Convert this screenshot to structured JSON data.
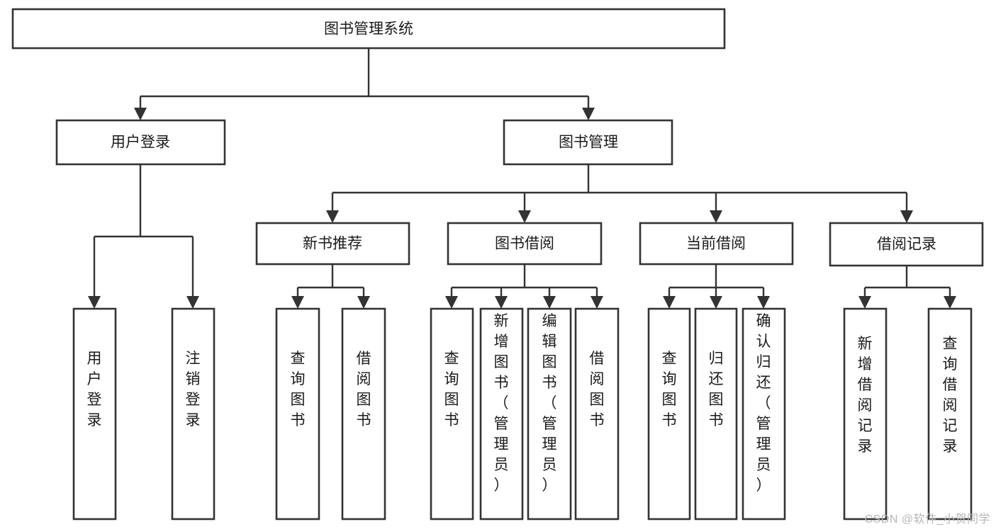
{
  "diagram": {
    "type": "tree-hierarchy",
    "title": "图书管理系统",
    "watermark": "CSDN @软件_小贺同学",
    "colors": {
      "box_fill": "#ffffff",
      "box_stroke": "#333333",
      "text": "#1a1a1a",
      "watermark": "#b6b6b6",
      "background": "#ffffff"
    },
    "levels": [
      {
        "level": 1,
        "nodes": [
          {
            "id": "root",
            "label": "图书管理系统",
            "orientation": "horizontal"
          }
        ]
      },
      {
        "level": 2,
        "nodes": [
          {
            "id": "user-login",
            "label": "用户登录",
            "orientation": "horizontal",
            "parent": "root"
          },
          {
            "id": "book-manage",
            "label": "图书管理",
            "orientation": "horizontal",
            "parent": "root"
          }
        ]
      },
      {
        "level": 3,
        "nodes": [
          {
            "id": "new-book-recommend",
            "label": "新书推荐",
            "orientation": "horizontal",
            "parent": "book-manage"
          },
          {
            "id": "book-borrow",
            "label": "图书借阅",
            "orientation": "horizontal",
            "parent": "book-manage"
          },
          {
            "id": "current-borrow",
            "label": "当前借阅",
            "orientation": "horizontal",
            "parent": "book-manage"
          },
          {
            "id": "borrow-record",
            "label": "借阅记录",
            "orientation": "horizontal",
            "parent": "book-manage"
          }
        ]
      },
      {
        "level": 4,
        "nodes": [
          {
            "id": "leaf-user-login",
            "label": "用户登录",
            "orientation": "vertical",
            "parent": "user-login"
          },
          {
            "id": "leaf-logout-login",
            "label": "注销登录",
            "orientation": "vertical",
            "parent": "user-login"
          },
          {
            "id": "leaf-query-book-1",
            "label": "查询图书",
            "orientation": "vertical",
            "parent": "new-book-recommend"
          },
          {
            "id": "leaf-borrow-book-1",
            "label": "借阅图书",
            "orientation": "vertical",
            "parent": "new-book-recommend"
          },
          {
            "id": "leaf-query-book-2",
            "label": "查询图书",
            "orientation": "vertical",
            "parent": "book-borrow"
          },
          {
            "id": "leaf-add-book",
            "label": "新增图书（管理员）",
            "orientation": "vertical",
            "parent": "book-borrow"
          },
          {
            "id": "leaf-edit-book",
            "label": "编辑图书（管理员）",
            "orientation": "vertical",
            "parent": "book-borrow"
          },
          {
            "id": "leaf-borrow-book-2",
            "label": "借阅图书",
            "orientation": "vertical",
            "parent": "book-borrow"
          },
          {
            "id": "leaf-query-book-3",
            "label": "查询图书",
            "orientation": "vertical",
            "parent": "current-borrow"
          },
          {
            "id": "leaf-return-book",
            "label": "归还图书",
            "orientation": "vertical",
            "parent": "current-borrow"
          },
          {
            "id": "leaf-confirm-return",
            "label": "确认归还（管理员）",
            "orientation": "vertical",
            "parent": "current-borrow"
          },
          {
            "id": "leaf-add-record",
            "label": "新增借阅记录",
            "orientation": "vertical",
            "parent": "borrow-record"
          },
          {
            "id": "leaf-query-record",
            "label": "查询借阅记录",
            "orientation": "vertical",
            "parent": "borrow-record"
          }
        ]
      }
    ]
  }
}
